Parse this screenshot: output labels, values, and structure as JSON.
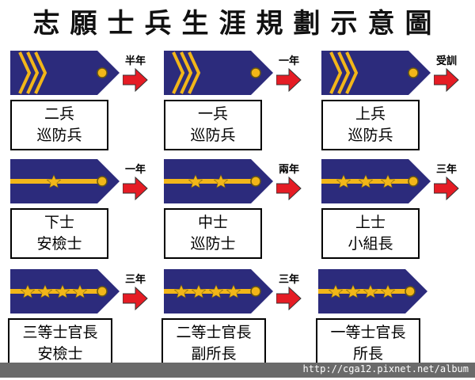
{
  "title": "志願士兵生涯規劃示意圖",
  "colors": {
    "badge_fill": "#2c2b7c",
    "stripe": "#f2b619",
    "arrow": "#e51c24",
    "footer": "#6a6a6a"
  },
  "ranks": [
    {
      "line1": "二兵",
      "line2": "巡防兵",
      "duration": "半年"
    },
    {
      "line1": "一兵",
      "line2": "巡防兵",
      "duration": "一年"
    },
    {
      "line1": "上兵",
      "line2": "巡防兵",
      "duration": "受訓"
    },
    {
      "line1": "下士",
      "line2": "安檢士",
      "duration": "一年"
    },
    {
      "line1": "中士",
      "line2": "巡防士",
      "duration": "兩年"
    },
    {
      "line1": "上士",
      "line2": "小組長",
      "duration": "三年"
    },
    {
      "line1": "三等士官長",
      "line2": "安檢士",
      "duration": "三年"
    },
    {
      "line1": "二等士官長",
      "line2": "副所長",
      "duration": "三年"
    },
    {
      "line1": "一等士官長",
      "line2": "所長"
    }
  ],
  "footer_url": "http://cga12.pixnet.net/album"
}
